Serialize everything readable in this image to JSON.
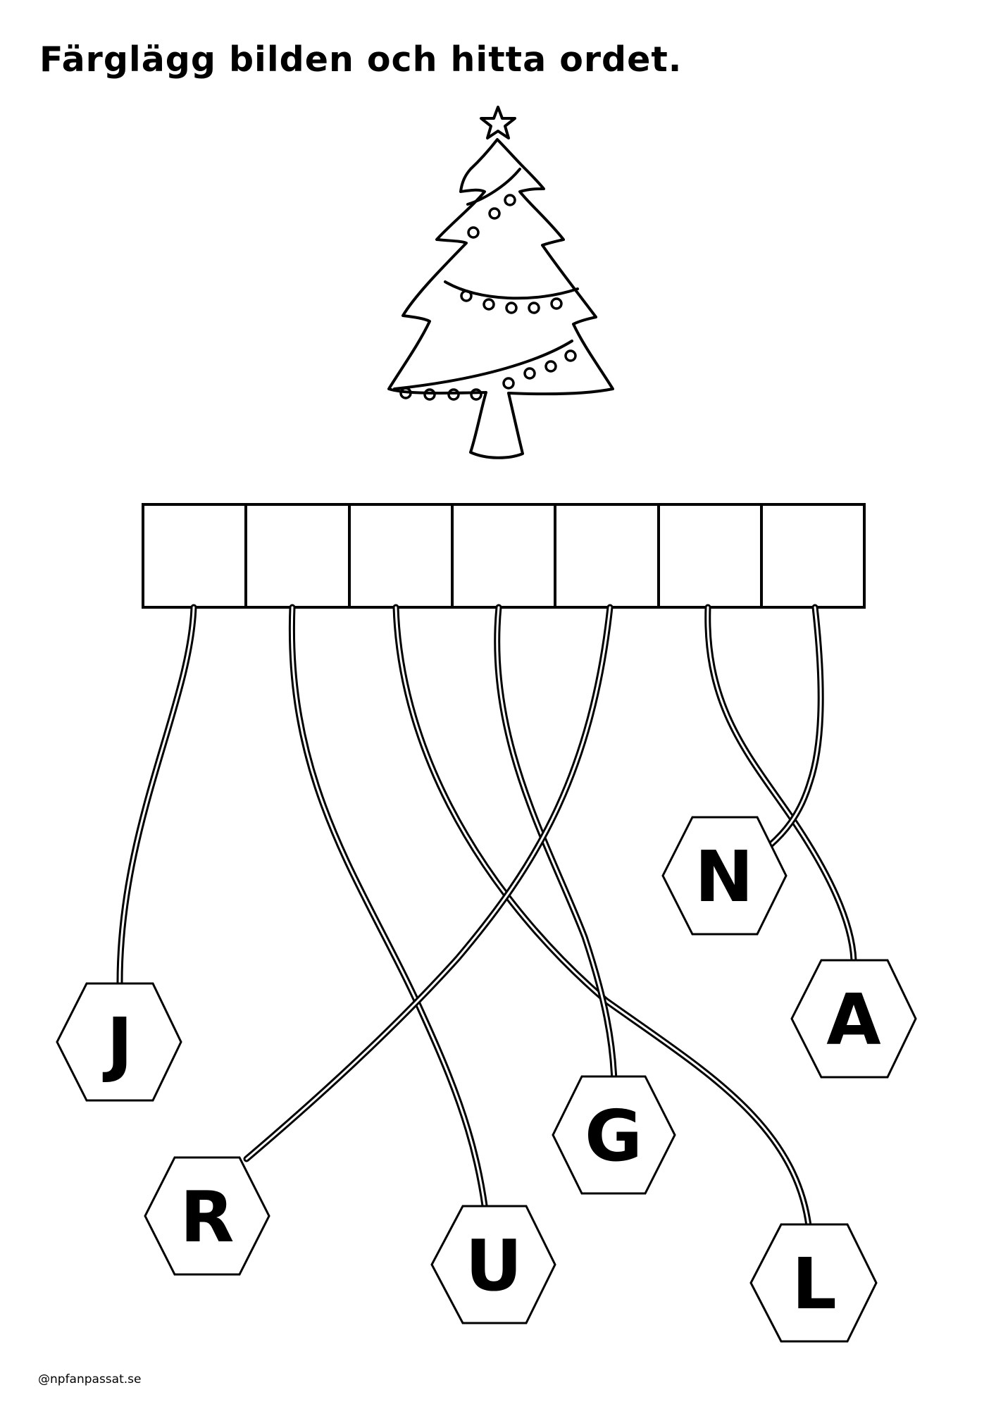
{
  "worksheet": {
    "title": "Färglägg bilden och hitta ordet.",
    "answer_box_count": 7,
    "letters": [
      {
        "id": "j",
        "char": "J"
      },
      {
        "id": "r",
        "char": "R"
      },
      {
        "id": "u",
        "char": "U"
      },
      {
        "id": "g",
        "char": "G"
      },
      {
        "id": "l",
        "char": "L"
      },
      {
        "id": "a",
        "char": "A"
      },
      {
        "id": "n",
        "char": "N"
      }
    ],
    "credit": "@npfanpassat.se"
  }
}
